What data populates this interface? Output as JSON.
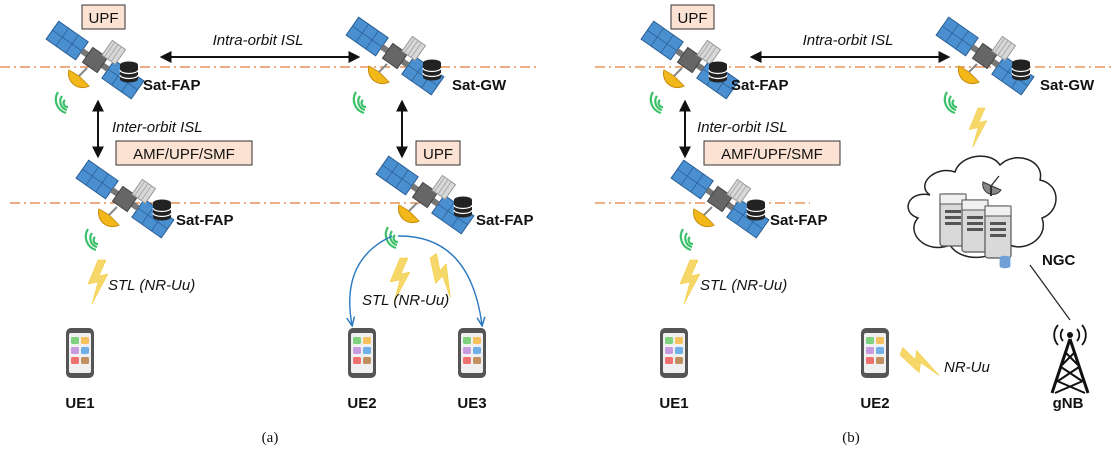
{
  "panels": {
    "a": {
      "caption": "(a)",
      "labels": {
        "upf_top": "UPF",
        "sat_fap_top": "Sat-FAP",
        "sat_gw": "Sat-GW",
        "intra_isl": "Intra-orbit ISL",
        "inter_isl": "Inter-orbit ISL",
        "amf": "AMF/UPF/SMF",
        "upf_right": "UPF",
        "sat_fap_bl": "Sat-FAP",
        "sat_fap_br": "Sat-FAP",
        "stl_left": "STL (NR-Uu)",
        "stl_right": "STL (NR-Uu)",
        "ue1": "UE1",
        "ue2": "UE2",
        "ue3": "UE3"
      }
    },
    "b": {
      "caption": "(b)",
      "labels": {
        "upf_top": "UPF",
        "sat_fap_top": "Sat-FAP",
        "sat_gw": "Sat-GW",
        "intra_isl": "Intra-orbit ISL",
        "inter_isl": "Inter-orbit ISL",
        "amf": "AMF/UPF/SMF",
        "sat_fap_bl": "Sat-FAP",
        "stl_left": "STL (NR-Uu)",
        "ngc": "NGC",
        "nruu": "NR-Uu",
        "ue1": "UE1",
        "ue2": "UE2",
        "gnb": "gNB"
      }
    }
  },
  "colors": {
    "satellite_panel": "#4a90d0",
    "dish": "#f2b81a",
    "signal": "#3cc06a",
    "box_fill": "#fbe2d2",
    "orbit_line": "#e07a3a",
    "lightning": "#f6d86a",
    "multicast_arrow": "#2a78c0"
  }
}
